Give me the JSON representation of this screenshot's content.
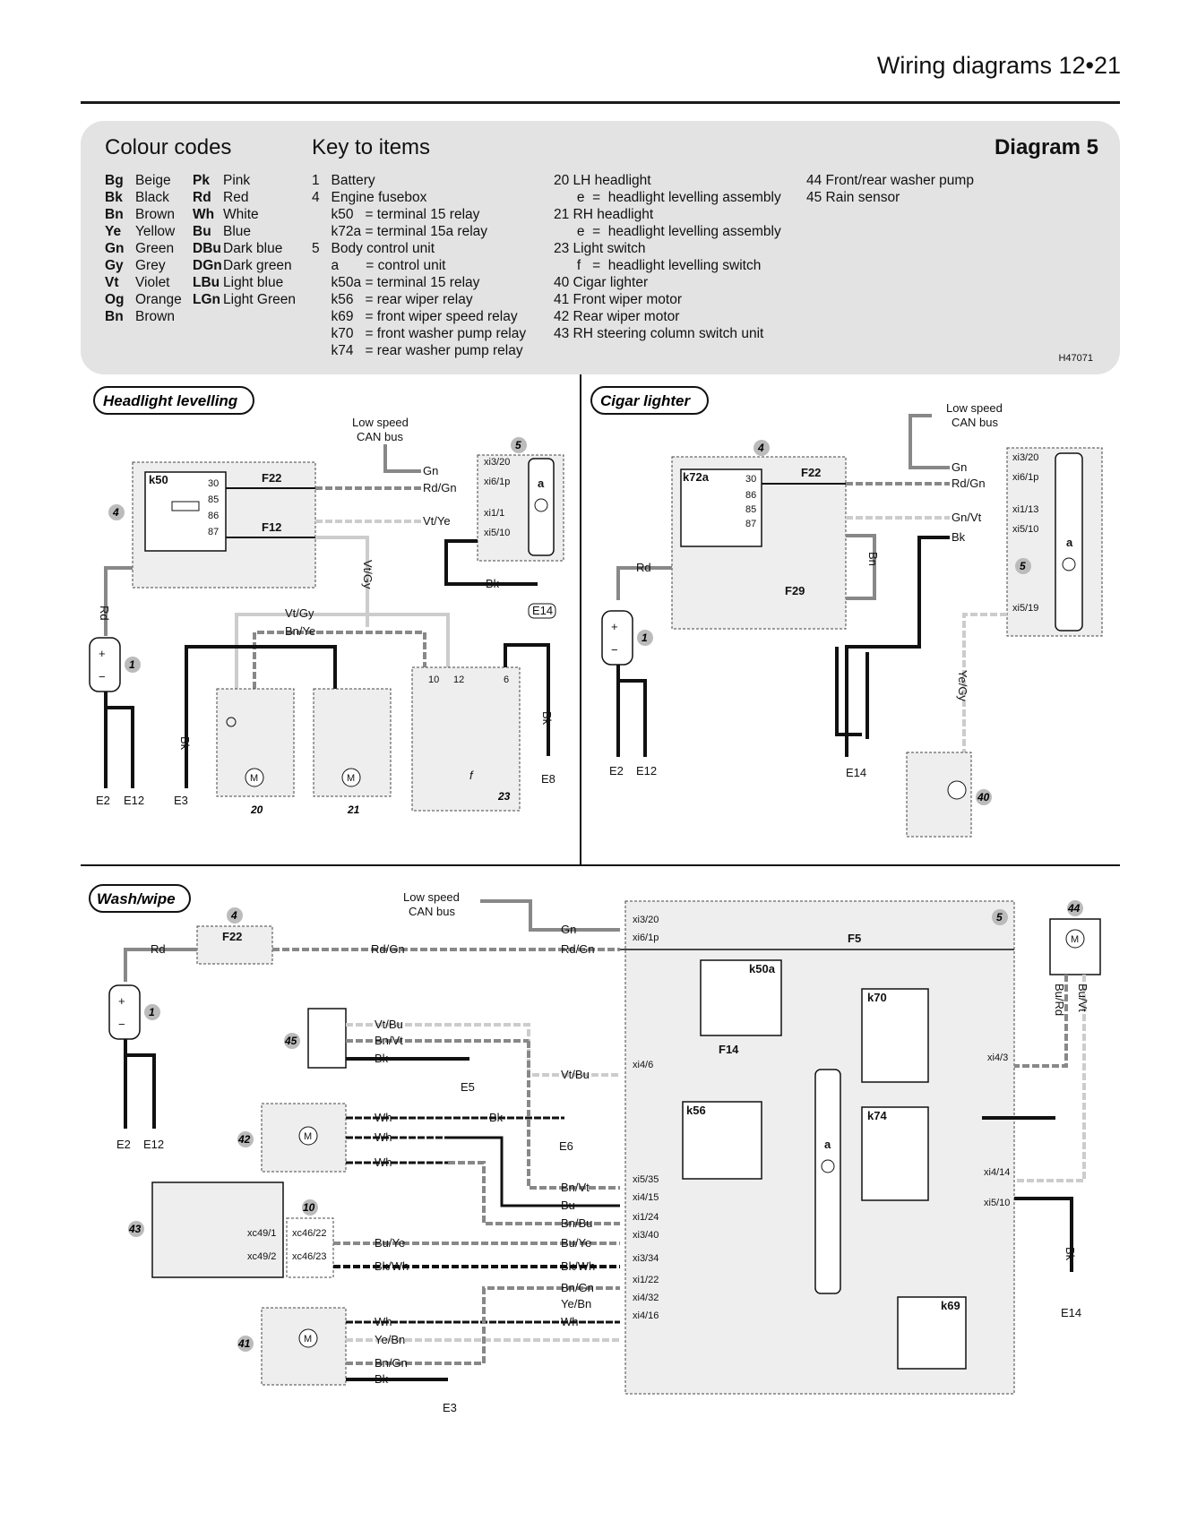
{
  "header": {
    "title": "Wiring diagrams  12•21"
  },
  "key_panel": {
    "colour_codes_title": "Colour codes",
    "key_title": "Key to items",
    "diagram_label": "Diagram 5",
    "ref": "H47071",
    "colour_codes": [
      {
        "code": "Bg",
        "name": "Beige",
        "code2": "Pk",
        "name2": "Pink"
      },
      {
        "code": "Bk",
        "name": "Black",
        "code2": "Rd",
        "name2": "Red"
      },
      {
        "code": "Bn",
        "name": "Brown",
        "code2": "Wh",
        "name2": "White"
      },
      {
        "code": "Ye",
        "name": "Yellow",
        "code2": "Bu",
        "name2": "Blue"
      },
      {
        "code": "Gn",
        "name": "Green",
        "code2": "DBu",
        "name2": "Dark blue"
      },
      {
        "code": "Gy",
        "name": "Grey",
        "code2": "DGn",
        "name2": "Dark green"
      },
      {
        "code": "Vt",
        "name": "Violet",
        "code2": "LBu",
        "name2": "Light blue"
      },
      {
        "code": "Og",
        "name": "Orange",
        "code2": "LGn",
        "name2": "Light Green"
      },
      {
        "code": "Bn",
        "name": "Brown",
        "code2": "",
        "name2": ""
      }
    ],
    "key_col1": "1   Battery\n4   Engine fusebox\n     k50   = terminal 15 relay\n     k72a = terminal 15a relay\n5   Body control unit\n     a       = control unit\n     k50a = terminal 15 relay\n     k56   = rear wiper relay\n     k69   = front wiper speed relay\n     k70   = front washer pump relay\n     k74   = rear washer pump relay",
    "key_col2": "20 LH headlight\n      e  =  headlight levelling assembly\n21 RH headlight\n      e  =  headlight levelling assembly\n23 Light switch\n      f   =  headlight levelling switch\n40 Cigar lighter\n41 Front wiper motor\n42 Rear wiper motor\n43 RH steering column switch unit",
    "key_col3": "44 Front/rear washer pump\n45 Rain sensor"
  },
  "sections": {
    "headlight": "Headlight levelling",
    "cigar": "Cigar lighter",
    "washwipe": "Wash/wipe"
  },
  "labels": {
    "can_bus": "Low speed",
    "can_bus2": "CAN bus",
    "gn": "Gn",
    "rdgn": "Rd/Gn",
    "vtye": "Vt/Ye",
    "vtgy": "Vt/Gy",
    "bnye": "Bn/Ye",
    "bk": "Bk",
    "rd": "Rd",
    "bn": "Bn",
    "gnvt": "Gn/Vt",
    "yegy": "Ye/Gy",
    "vtbu": "Vt/Bu",
    "bnvt": "Bn/Vt",
    "wh": "Wh",
    "bu": "Bu",
    "bnbu": "Bn/Bu",
    "buye": "Bu/Ye",
    "bkwh": "Bk/Wh",
    "bngn": "Bn/Gn",
    "yebn": "Ye/Bn",
    "burd": "Bu/Rd",
    "buvt": "Bu/Vt"
  }
}
